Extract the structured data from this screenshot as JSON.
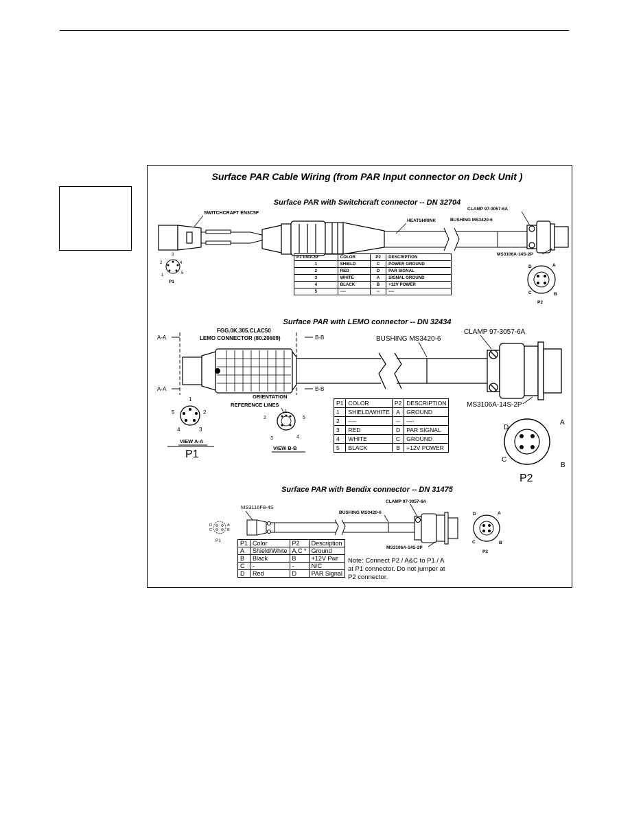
{
  "title": "Surface PAR Cable Wiring (from PAR Input connector on Deck Unit )",
  "sections": {
    "switchcraft": {
      "heading": "Surface PAR with Switchcraft connector -- DN 32704",
      "labels": {
        "connector": "SWITCHCRAFT EN3C5F",
        "heatshrink": "HEATSHRINK",
        "clamp": "CLAMP 97-3057-6A",
        "bushing": "BUSHING MS3420-6",
        "plug": "MS3106A-14S-2P",
        "p1": "P1",
        "p2": "P2"
      },
      "table": {
        "headers": [
          "P1 EN3C5F",
          "COLOR",
          "P2",
          "DESCRIPTION"
        ],
        "rows": [
          [
            "1",
            "SHIELD",
            "C",
            "POWER GROUND"
          ],
          [
            "2",
            "RED",
            "D",
            "PAR SIGNAL"
          ],
          [
            "3",
            "WHITE",
            "A",
            "SIGNAL GROUND"
          ],
          [
            "4",
            "BLACK",
            "B",
            "+12V POWER"
          ],
          [
            "5",
            "----",
            "--",
            "----"
          ]
        ]
      }
    },
    "lemo": {
      "heading": "Surface PAR with LEMO connector -- DN 32434",
      "labels": {
        "part": "FGG.0K.305.CLAC50",
        "connector": "LEMO CONNECTOR (80.20609)",
        "bushing": "BUSHING MS3420-6",
        "clamp": "CLAMP 97-3057-6A",
        "plug": "MS3106A-14S-2P",
        "orientation": "ORIENTATION",
        "reference": "REFERENCE LINES",
        "view_aa": "VIEW A-A",
        "view_bb": "VIEW B-B",
        "aa": "A-A",
        "bb": "B-B",
        "p1": "P1",
        "p2": "P2"
      },
      "table": {
        "headers": [
          "P1",
          "COLOR",
          "P2",
          "DESCRIPTION"
        ],
        "rows": [
          [
            "1",
            "SHIELD/WHITE",
            "A",
            "GROUND"
          ],
          [
            "2",
            "----",
            "--",
            "----"
          ],
          [
            "3",
            "RED",
            "D",
            "PAR SIGNAL"
          ],
          [
            "4",
            "WHITE",
            "C",
            "GROUND"
          ],
          [
            "5",
            "BLACK",
            "B",
            "+12V POWER"
          ]
        ]
      }
    },
    "bendix": {
      "heading": "Surface PAR with Bendix connector -- DN 31475",
      "labels": {
        "connector": "MS3116F8-4S",
        "clamp": "CLAMP 97-3057-6A",
        "bushing": "BUSHING MS3420-6",
        "plug": "MS3106A-14S-2P",
        "p1": "P1",
        "p2": "P2"
      },
      "table": {
        "headers": [
          "P1",
          "Color",
          "P2",
          "Description"
        ],
        "rows": [
          [
            "A",
            "Shield/White",
            "A,C *",
            "Ground"
          ],
          [
            "B",
            "Black",
            "B",
            "+12V Pwr"
          ],
          [
            "C",
            "-",
            "-",
            "N/C"
          ],
          [
            "D",
            "Red",
            "D",
            "PAR Signal"
          ]
        ]
      },
      "note": "Note: Connect P2 / A&C to P1 / A at P1 connector. Do not jumper at P2 connector."
    }
  },
  "pin_letters": [
    "A",
    "B",
    "C",
    "D"
  ],
  "pin_numbers": [
    "1",
    "2",
    "3",
    "4",
    "5"
  ]
}
